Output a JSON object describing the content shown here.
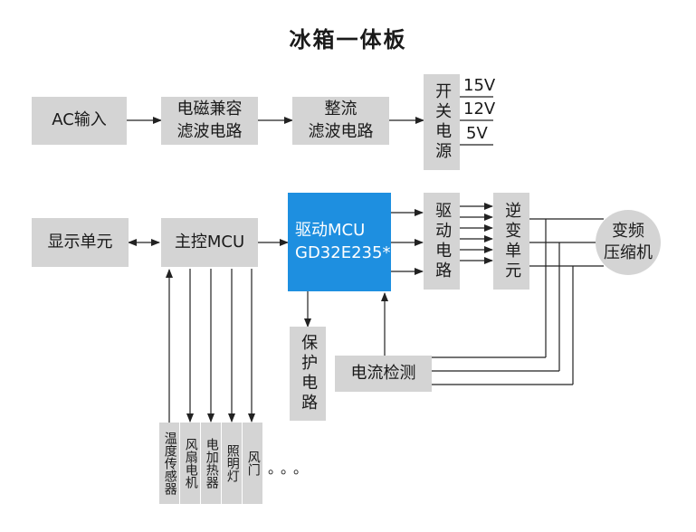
{
  "title": "冰箱一体板",
  "blocks": {
    "ac_input": "AC输入",
    "emc_filter": "电磁兼容\n滤波电路",
    "rectifier_filter": "整流\n滤波电路",
    "switch_power": "开关电源",
    "display_unit": "显示单元",
    "main_mcu": "主控MCU",
    "drive_mcu": "驱动MCU\nGD32E235*",
    "drive_circuit": "驱动电路",
    "inverter": "逆变单元",
    "compressor": "变频\n压缩机",
    "protection": "保护电路",
    "current_detect": "电流检测",
    "temp_sensor": "温度传感器",
    "fan_motor": "风扇电机",
    "heater": "电加热器",
    "lamp": "照明灯",
    "door": "风门",
    "ellipsis": "。。。"
  },
  "voltages": [
    "15V",
    "12V",
    "5V"
  ]
}
